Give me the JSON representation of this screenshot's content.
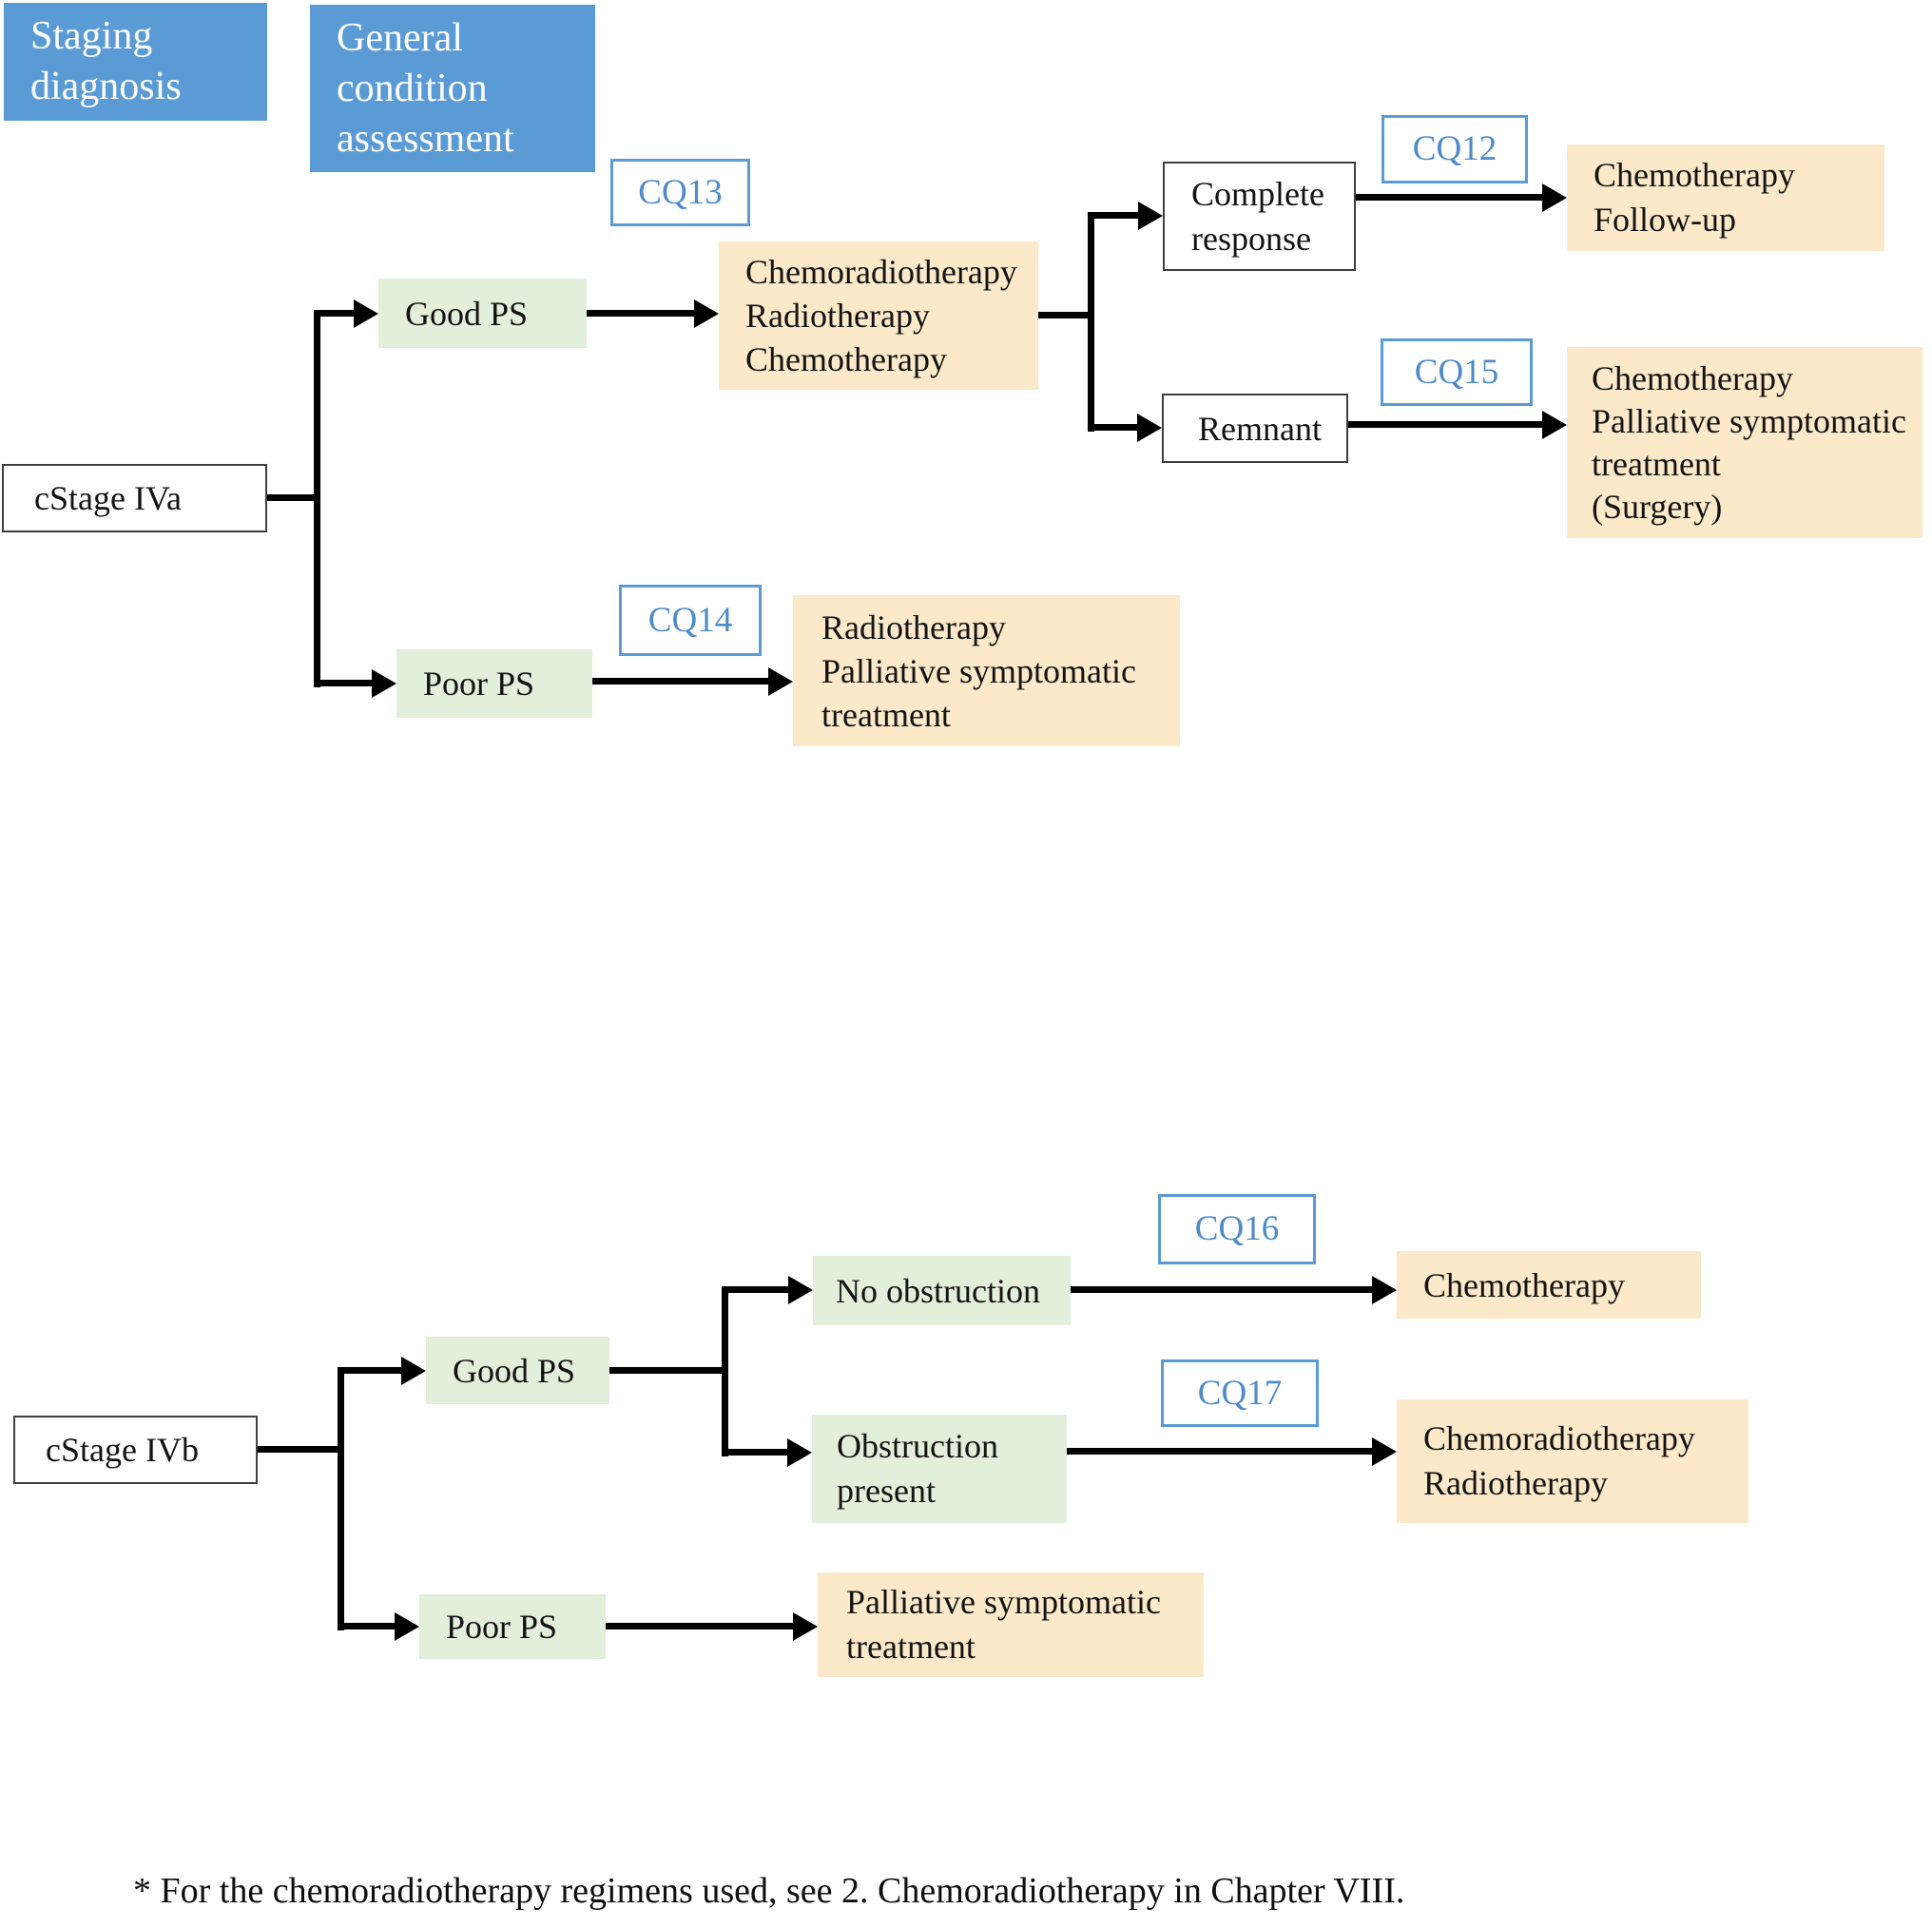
{
  "columns": {
    "staging_lines": [
      "Staging",
      "diagnosis"
    ],
    "general_lines": [
      "General",
      "condition",
      "assessment"
    ]
  },
  "iva": {
    "stage_label": "cStage IVa",
    "good_ps_label": "Good PS",
    "poor_ps_label": "Poor PS",
    "cq13_label": "CQ13",
    "cq12_label": "CQ12",
    "cq15_label": "CQ15",
    "cq14_label": "CQ14",
    "treatment_options_lines": [
      "Chemoradiotherapy",
      "Radiotherapy",
      "Chemotherapy"
    ],
    "complete_response_lines": [
      "Complete",
      "response"
    ],
    "remnant_label": "Remnant",
    "chemo_followup_lines": [
      "Chemotherapy",
      "Follow-up"
    ],
    "chemo_palliative_surgery_lines": [
      "Chemotherapy",
      "Palliative symptomatic",
      "treatment",
      "(Surgery)"
    ],
    "radio_palliative_lines": [
      "Radiotherapy",
      "Palliative symptomatic",
      "treatment"
    ]
  },
  "ivb": {
    "stage_label": "cStage IVb",
    "good_ps_label": "Good PS",
    "poor_ps_label": "Poor PS",
    "cq16_label": "CQ16",
    "cq17_label": "CQ17",
    "no_obstruction_label": "No obstruction",
    "obstruction_present_lines": [
      "Obstruction",
      "present"
    ],
    "chemotherapy_label": "Chemotherapy",
    "chemoradio_radio_lines": [
      "Chemoradiotherapy",
      "Radiotherapy"
    ],
    "palliative_lines": [
      "Palliative symptomatic",
      "treatment"
    ]
  },
  "footnote_text": "* For the chemoradiotherapy regimens used, see 2. Chemoradiotherapy in Chapter VIII.",
  "colors": {
    "header_blue": "#5b9bd5",
    "node_green": "#e2efda",
    "node_cream": "#fbe9ca",
    "cq_border_blue": "#5b9bd5",
    "cq_text_blue": "#4e8bc8",
    "arrow_black": "#000000"
  }
}
